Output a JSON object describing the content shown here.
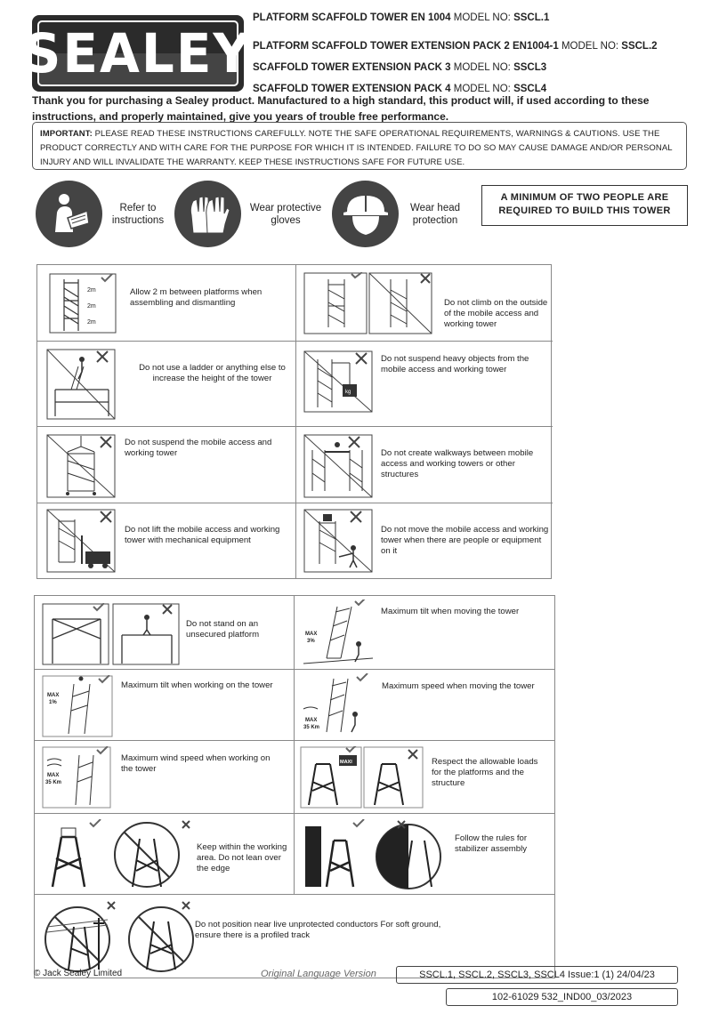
{
  "brand": {
    "logo_text": "SEALEY"
  },
  "models": [
    {
      "name": "PLATFORM SCAFFOLD TOWER EN 1004",
      "label": "MODEL NO:",
      "code": "SSCL.1"
    },
    {
      "name": "PLATFORM SCAFFOLD TOWER EXTENSION PACK 2 EN1004-1",
      "label": "MODEL NO:",
      "code": "SSCL.2"
    },
    {
      "name": "SCAFFOLD TOWER EXTENSION PACK 3",
      "label": "MODEL NO:",
      "code": "SSCL3"
    },
    {
      "name": "SCAFFOLD TOWER EXTENSION PACK 4",
      "label": "MODEL NO:",
      "code": "SSCL4"
    }
  ],
  "thanks": "Thank you for purchasing a Sealey product. Manufactured to a high standard, this product will, if used according to these instructions, and properly maintained, give you years of trouble free performance.",
  "important": {
    "lead": "IMPORTANT:",
    "text": "PLEASE READ THESE INSTRUCTIONS CAREFULLY. NOTE THE SAFE OPERATIONAL REQUIREMENTS, WARNINGS & CAUTIONS. USE THE PRODUCT CORRECTLY AND WITH CARE FOR THE PURPOSE FOR WHICH IT IS INTENDED. FAILURE TO DO SO MAY CAUSE DAMAGE AND/OR PERSONAL INJURY AND WILL INVALIDATE THE WARRANTY. KEEP THESE INSTRUCTIONS SAFE FOR FUTURE USE."
  },
  "safety": {
    "instructions": "Refer to instructions",
    "gloves": "Wear protective gloves",
    "head": "Wear head protection",
    "icons": [
      "reading-manual-icon",
      "gloves-icon",
      "hard-hat-icon"
    ]
  },
  "min_people": "A MINIMUM OF TWO PEOPLE ARE REQUIRED TO BUILD THIS TOWER",
  "warnings1": [
    "Allow 2 m between platforms when assembling and dismantling",
    "Do not climb on the outside of the mobile access and working tower",
    "Do not use a ladder or anything else to increase the height of the tower",
    "Do not suspend heavy objects from the mobile access and working tower",
    "Do not suspend the mobile access and working tower",
    "Do not create walkways between mobile access and working towers or other structures",
    "Do not lift the mobile access and working tower with mechanical equipment",
    "Do not move the mobile access and working tower when there are people or equipment on it"
  ],
  "warnings2": [
    "Do not stand on an unsecured platform",
    "Maximum tilt when moving the tower",
    "Maximum tilt when working on the tower",
    "Maximum speed when moving the tower",
    "Maximum wind speed when working on the tower",
    "Respect the allowable loads for the platforms and the structure",
    "Keep within the working area. Do not lean over the edge",
    "Follow the rules for stabilizer assembly",
    "Do not position near live unprotected conductors For soft ground, ensure there is a profiled track"
  ],
  "pic_labels": {
    "gap": "2m",
    "max": "MAX",
    "tilt3": "3%",
    "tilt1": "1%",
    "speed": "35 Km",
    "kg": "kg",
    "maxi": "MAXI"
  },
  "footer": {
    "copyright": "© Jack Sealey Limited",
    "original": "Original Language Version",
    "issue": "SSCL.1, SSCL.2, SSCL3, SSCL4   Issue:1 (1) 24/04/23",
    "doc": "102-61029 532_IND00_03/2023"
  }
}
